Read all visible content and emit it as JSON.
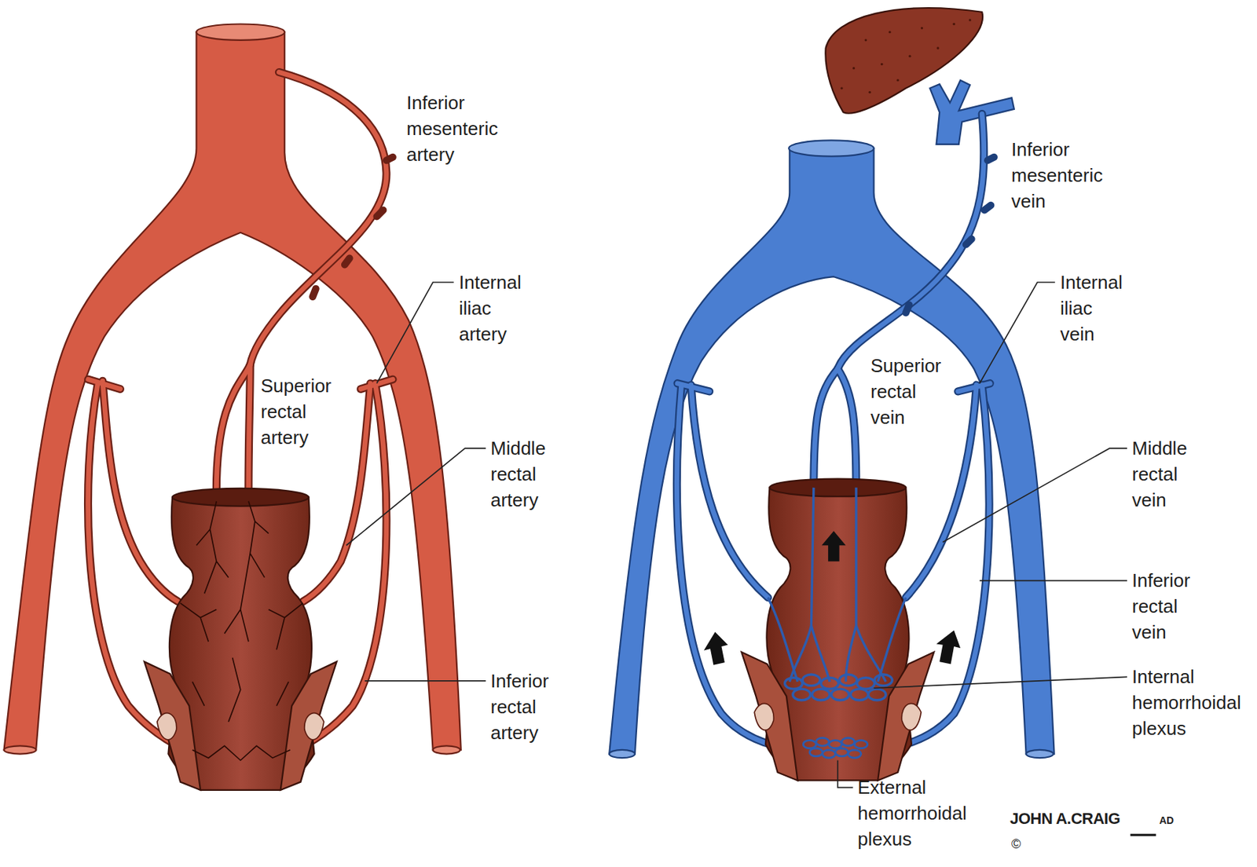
{
  "diagram": {
    "labels": [
      "Inferior mesenteric artery",
      "Internal iliac artery",
      "Superior rectal artery",
      "Middle rectal artery",
      "Inferior rectal artery",
      "Inferior mesenteric vein",
      "Internal iliac vein",
      "Superior rectal vein",
      "Middle rectal vein",
      "Inferior rectal vein",
      "Internal hemorrhoidal plexus",
      "External hemorrhoidal plexus",
      "JOHN A.CRAIG",
      "AD",
      "©"
    ]
  }
}
